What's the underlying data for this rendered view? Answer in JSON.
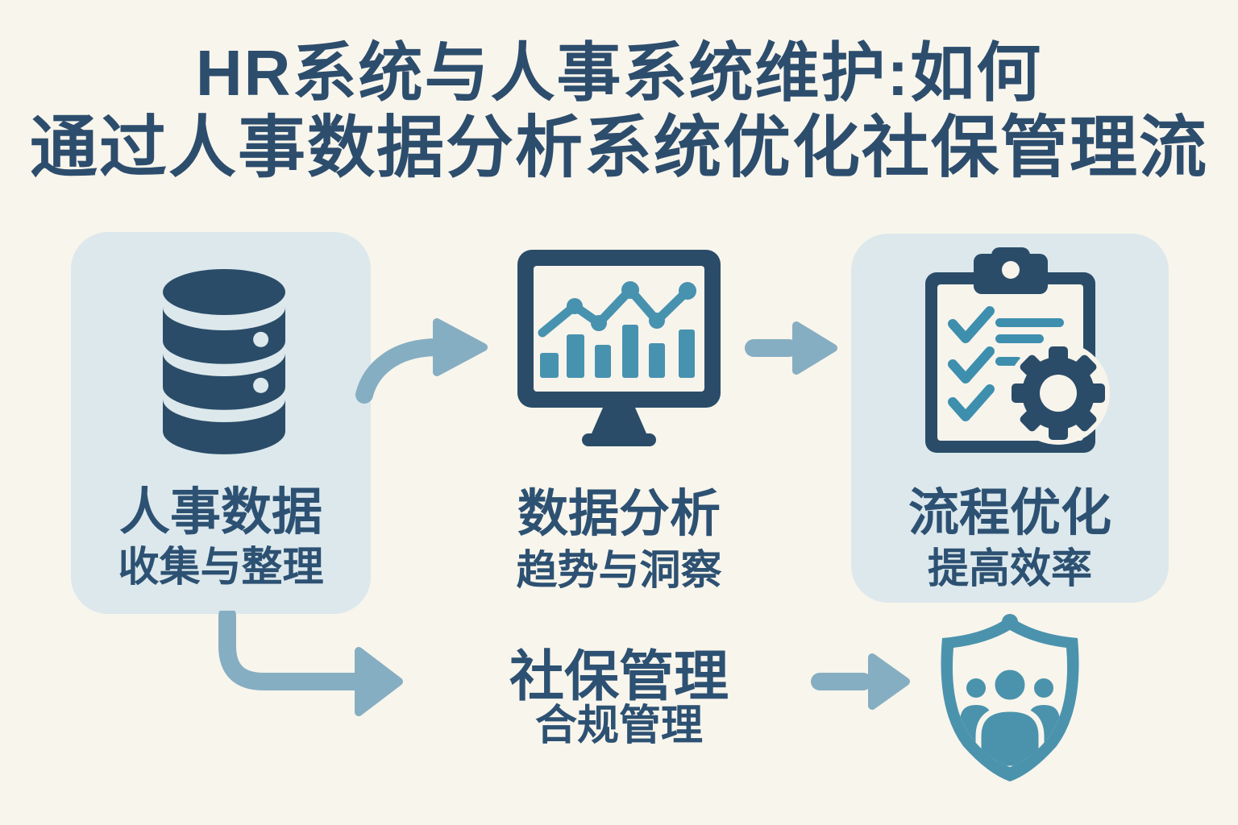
{
  "title": {
    "line1": "HR系统与人事系统维护:如何",
    "line2": "通过人事数据分析系统优化社保管理流"
  },
  "steps": [
    {
      "label": "人事数据",
      "sublabel": "收集与整理",
      "icon": "database-icon"
    },
    {
      "label": "数据分析",
      "sublabel": "趋势与洞察",
      "icon": "monitor-bar-chart-icon"
    },
    {
      "label": "流程优化",
      "sublabel": "提高效率",
      "icon": "clipboard-checklist-gear-icon"
    }
  ],
  "bottom_step": {
    "label": "社保管理",
    "sublabel": "合规管理",
    "icon": "shield-people-icon"
  },
  "colors": {
    "background": "#f8f5ec",
    "card": "#dce8ec",
    "navy": "#2a4c68",
    "title_text": "#2d4d6d",
    "label_text": "#2d5172",
    "teal": "#4792af",
    "arrow": "#86aec2",
    "paper": "#f7f4ec"
  }
}
